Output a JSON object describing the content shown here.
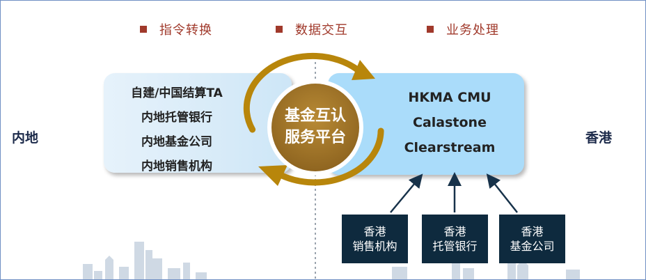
{
  "legend": [
    "指令转换",
    "数据交互",
    "业务处理"
  ],
  "regions": {
    "mainland": "内地",
    "hongkong": "香港"
  },
  "mainland_parties": [
    "自建/中国结算TA",
    "内地托管银行",
    "内地基金公司",
    "内地销售机构"
  ],
  "hk_systems": [
    "HKMA CMU",
    "Calastone",
    "Clearstream"
  ],
  "platform": {
    "line1": "基金互认",
    "line2": "服务平台"
  },
  "hk_parties": [
    {
      "line1": "香港",
      "line2": "销售机构"
    },
    {
      "line1": "香港",
      "line2": "托管银行"
    },
    {
      "line1": "香港",
      "line2": "基金公司"
    }
  ],
  "colors": {
    "legend_red": "#a0392b",
    "ring_gold": "#b8860b",
    "platform_brown": "#a57a2c",
    "hk_box_navy": "#0e2a3e",
    "right_panel_blue": "#aadcfa"
  }
}
